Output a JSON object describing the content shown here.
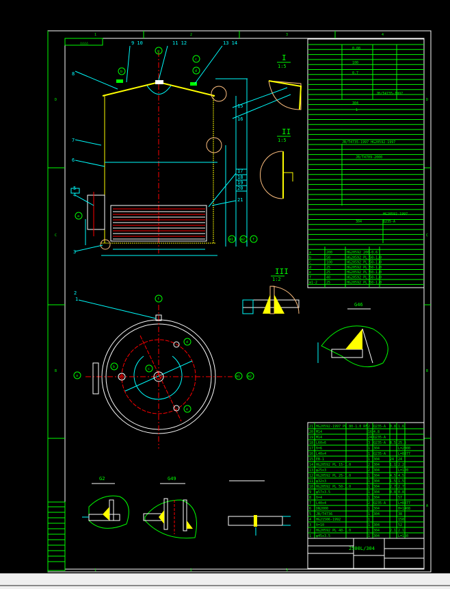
{
  "colors": {
    "background": "#000000",
    "frame": "#ffffff",
    "table": "#00ff00",
    "dimension": "#00ffff",
    "centerline": "#ff0000",
    "weld": "#ffff00",
    "detail_circle": "#ffc080"
  },
  "frame": {
    "columns": [
      "1",
      "2",
      "3",
      "4"
    ],
    "rows": [
      "D",
      "C",
      "B",
      "A"
    ]
  },
  "revision_marks": "△△△△",
  "elevation": {
    "balloons": [
      "a",
      "b",
      "c",
      "d",
      "e",
      "f",
      "m1",
      "m2",
      "g"
    ],
    "part_numbers": [
      "1",
      "2",
      "3",
      "4",
      "5",
      "6",
      "7",
      "8",
      "9 10",
      "11 12",
      "13 14",
      "15",
      "16",
      "17",
      "18",
      "19",
      "20",
      "21"
    ]
  },
  "details": [
    {
      "label": "I",
      "scale": "1:5"
    },
    {
      "label": "II",
      "scale": "1:5"
    },
    {
      "label": "III",
      "scale": "1:2"
    },
    {
      "label": "G46"
    },
    {
      "label": "G2"
    },
    {
      "label": "G49"
    }
  ],
  "design_table": {
    "values": [
      "0.08",
      "100",
      "0.7",
      "304",
      "1",
      "JB/T4735-1997",
      "JB/T4735-1997  HG20592-1997",
      "JB/T4709-2000",
      "304",
      "Q235-A",
      "HG20592-1997"
    ],
    "nozzles": [
      [
        "a",
        "200",
        "HG20592 200-0.6"
      ],
      [
        "b",
        "50",
        "HG20592 PL 50-1.0"
      ],
      [
        "c",
        "100",
        "HG20592 PL 50-1.0"
      ],
      [
        "d",
        "25",
        "HG20592 PL 50-1.0"
      ],
      [
        "e",
        "25",
        "HG20592 PL 50-1.0"
      ],
      [
        "f",
        "40",
        "HG20592 PL 50-1.0"
      ],
      [
        "m1-2",
        "25",
        "HG20592 PL 50-1.0"
      ]
    ]
  },
  "parts_list": [
    [
      "21",
      "HG20592-1997 PL 80-1.0 RF",
      "2",
      "Q235-A",
      "0.8",
      "1.6"
    ],
    [
      "20",
      "M14",
      "16",
      "4.8",
      "",
      " "
    ],
    [
      "19",
      "M14",
      "24",
      "Q235-A",
      "",
      ""
    ],
    [
      "18",
      "L60x6",
      "3",
      "Q235-A",
      "8.5",
      "25.5"
    ],
    [
      "17",
      "δ=6",
      "1",
      "304",
      "",
      "L=2000"
    ],
    [
      "16",
      "L40x4",
      "1",
      "Q235-A",
      "",
      "L=8877"
    ],
    [
      "15",
      "EB-1",
      "1",
      "304",
      "24",
      "24"
    ],
    [
      "14",
      "HG20592 PL 15-1.0",
      "2",
      "304",
      "1.1",
      "2.2"
    ],
    [
      "13",
      "φ25x3",
      "2",
      "304",
      "",
      "L=120"
    ],
    [
      "12",
      "HG20592 PL 25-1.0",
      "1",
      "304",
      "4.5",
      "4.5"
    ],
    [
      "11",
      "φ32x3",
      "1",
      "304",
      "1.5",
      "1.5"
    ],
    [
      "10",
      "HG20592 PL 50-1.0",
      "1",
      "304",
      "2.7",
      "2.7"
    ],
    [
      "9",
      "φ57x3.5",
      "1",
      "304",
      "0.8",
      "0.8"
    ],
    [
      "8",
      "δ=4",
      "1",
      "304",
      "",
      "57"
    ],
    [
      "7",
      "L40x4",
      "2",
      "Q235-A",
      "",
      "L=8877"
    ],
    [
      "6",
      "DN2000",
      "1",
      "304",
      "",
      "H=1408"
    ],
    [
      "5",
      "JB/T4736",
      "1",
      "304",
      "",
      "38"
    ],
    [
      "4",
      "HG21506-1992",
      "1",
      "",
      "",
      "150"
    ],
    [
      "3",
      "δ=10",
      "1",
      "304",
      "",
      "52"
    ],
    [
      "2",
      "HG20592 PL 40-1.0",
      "1",
      "304",
      "2.1",
      "2.1"
    ],
    [
      "1",
      "φ45x3.5",
      "1",
      "304",
      "",
      "L=150"
    ]
  ],
  "title_block": {
    "drawing_no": "2500L/304"
  }
}
